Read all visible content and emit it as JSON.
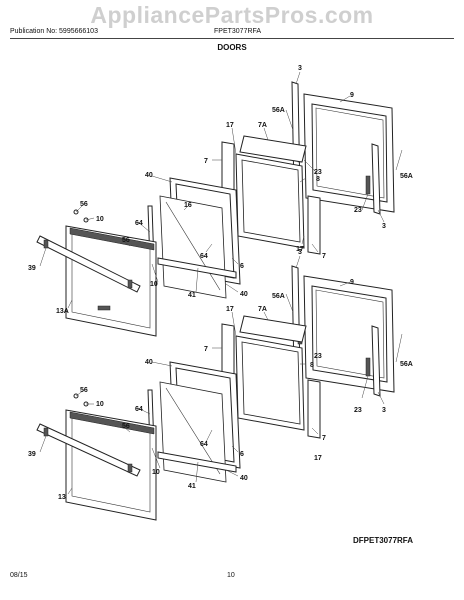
{
  "header": {
    "watermark": "AppliancePartsPros.com",
    "publication": "Publication No: 5995666103",
    "model": "FPET3077RFA",
    "section": "DOORS"
  },
  "footer": {
    "diagram_ref": "DFPET3077RFA",
    "date": "08/15",
    "page": "10"
  },
  "callouts": {
    "c3": "3",
    "c56A": "56A",
    "c9": "9",
    "c7A": "7A",
    "c17": "17",
    "c7": "7",
    "c8": "8",
    "c23": "23",
    "c40": "40",
    "c16": "16",
    "c56": "56",
    "c10": "10",
    "c64": "64",
    "c39": "39",
    "c6": "6",
    "c41": "41",
    "c13A": "13A",
    "c13": "13"
  }
}
